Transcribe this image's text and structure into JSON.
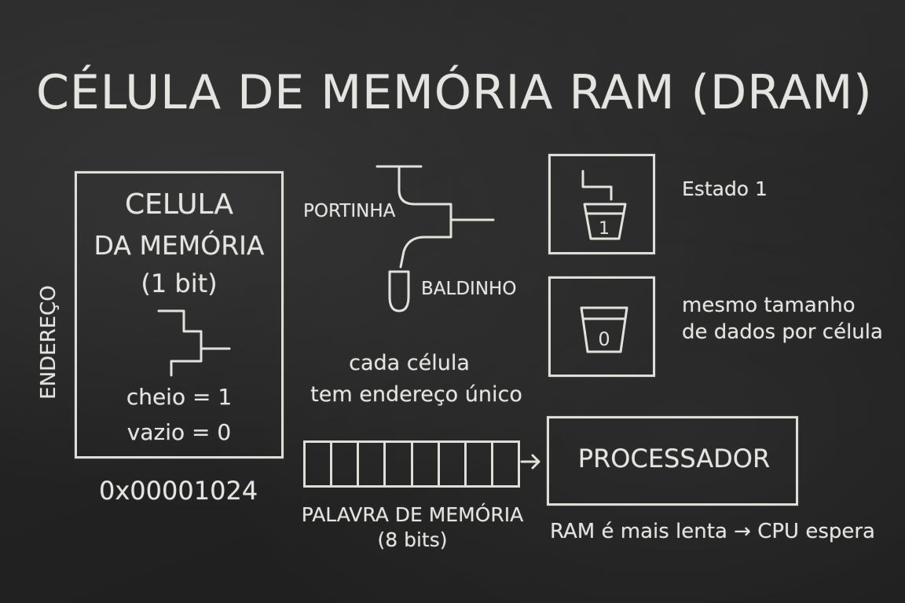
{
  "title": "CÉLULA DE MEMÓRIA  RAM (DRAM)",
  "cell": {
    "title_line1": "CELULA",
    "title_line2": "DA MEMÓRIA",
    "title_line3": "(1 bit)",
    "full_label": "cheio = 1",
    "empty_label": "vazio = 0",
    "side_label": "ENDEREÇO",
    "address": "0x00001024"
  },
  "schematic": {
    "gate_label": "PORTINHA",
    "bucket_label": "BALDINHO"
  },
  "states": {
    "state1_label": "Estado 1",
    "bucket_full_value": "1",
    "bucket_empty_value": "0",
    "same_size_line1": "mesmo tamanho",
    "same_size_line2": "de dados por célula"
  },
  "unique_address": {
    "line1": "cada célula",
    "line2": "tem endereço único"
  },
  "word": {
    "cell_count": 8,
    "label_line1": "PALAVRA DE MEMÓRIA",
    "label_line2": "(8 bits)"
  },
  "processor": {
    "label": "PROCESSADOR",
    "note": "RAM é mais lenta → CPU espera"
  }
}
